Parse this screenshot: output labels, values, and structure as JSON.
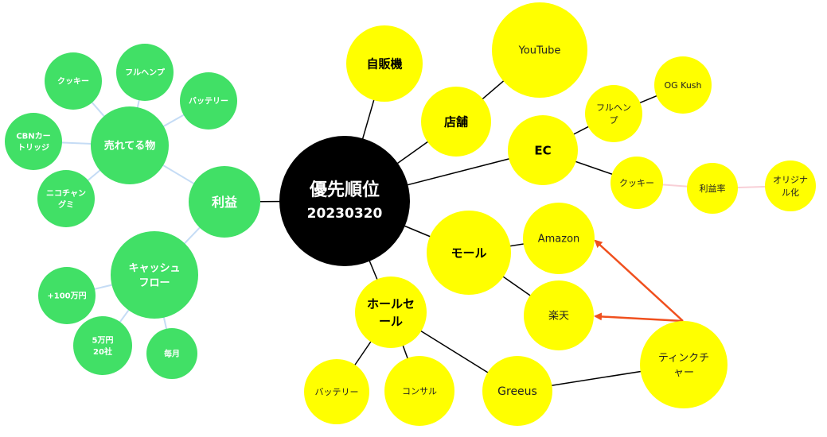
{
  "colors": {
    "root": "#000000",
    "green": "#41e066",
    "yellow": "#ffff00",
    "edge": "#000000",
    "green_edge": "#c5dcf5",
    "pink_edge": "#f8cfd6",
    "arrow": "#f0501e"
  },
  "nodes": {
    "root": {
      "lines": [
        "優先順位",
        "20230320"
      ]
    },
    "profit": {
      "lines": [
        "利益"
      ]
    },
    "selling": {
      "lines": [
        "売れてる物"
      ]
    },
    "g_cookie": {
      "lines": [
        "クッキー"
      ]
    },
    "g_fullhemp": {
      "lines": [
        "フルヘンプ"
      ]
    },
    "g_battery": {
      "lines": [
        "バッテリー"
      ]
    },
    "g_cbn": {
      "lines": [
        "CBNカー",
        "トリッジ"
      ]
    },
    "g_nico": {
      "lines": [
        "ニコチャン",
        "グミ"
      ]
    },
    "cashflow": {
      "lines": [
        "キャッシュ",
        "フロー"
      ]
    },
    "plus100": {
      "lines": [
        "+100万円"
      ]
    },
    "fivemil": {
      "lines": [
        "5万円",
        "20社"
      ]
    },
    "monthly": {
      "lines": [
        "毎月"
      ]
    },
    "vending": {
      "lines": [
        "自販機"
      ]
    },
    "store": {
      "lines": [
        "店舗"
      ]
    },
    "youtube": {
      "lines": [
        "YouTube"
      ]
    },
    "ec": {
      "lines": [
        "EC"
      ]
    },
    "y_fullhemp": {
      "lines": [
        "フルヘン",
        "プ"
      ]
    },
    "ogkush": {
      "lines": [
        "OG  Kush"
      ]
    },
    "y_cookie": {
      "lines": [
        "クッキー"
      ]
    },
    "margin": {
      "lines": [
        "利益率"
      ]
    },
    "original": {
      "lines": [
        "オリジナ",
        "ル化"
      ]
    },
    "mall": {
      "lines": [
        "モール"
      ]
    },
    "amazon": {
      "lines": [
        "Amazon"
      ]
    },
    "rakuten": {
      "lines": [
        "楽天"
      ]
    },
    "wholesale": {
      "lines": [
        "ホールセ",
        "ール"
      ]
    },
    "y_battery": {
      "lines": [
        "バッテリー"
      ]
    },
    "consul": {
      "lines": [
        "コンサル"
      ]
    },
    "greeus": {
      "lines": [
        "Greeus"
      ]
    },
    "tincture": {
      "lines": [
        "ティンクチ",
        "ャー"
      ]
    }
  }
}
